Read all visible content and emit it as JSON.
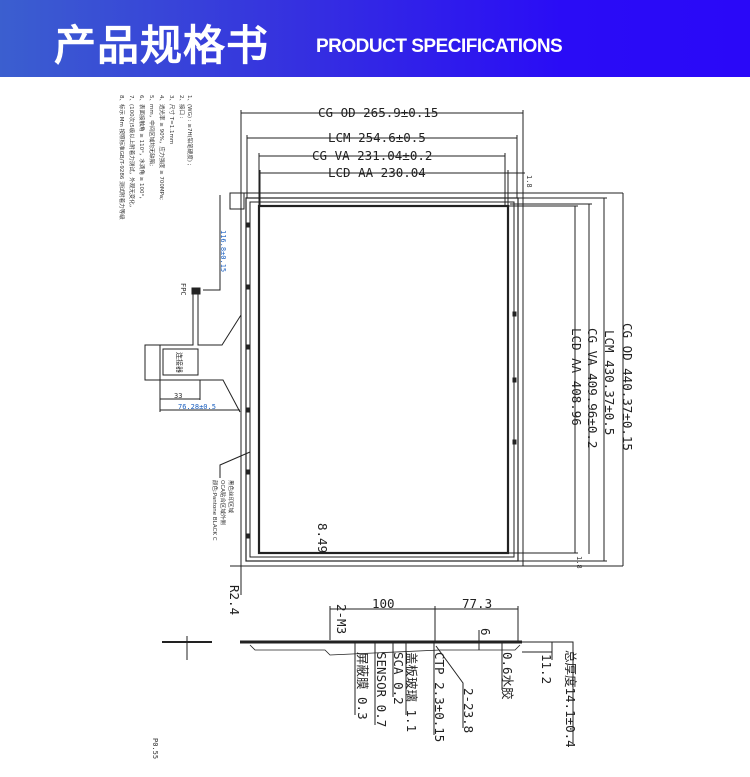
{
  "header": {
    "title_cn": "产品规格书",
    "title_en": "PRODUCT SPECIFICATIONS"
  },
  "notes": [
    "1、(WG) : ≥7H(铅笔硬度) ;",
    "2、接口 :",
    "3、尺寸 T=1.1mm",
    "4、透光率 ≥ 90%，应力强度 ≥ 700MPa;",
    "5、mm，中间区域均无缺陷;",
    "6、表面接触角 ≥ 110°，水滴角 ≥ 100°，",
    "7、(100次)5级以上附着力测试，外观无变化，",
    "8、标示 Mm 按照标准GB/T-9286 测试附着力等级"
  ],
  "drawing": {
    "top_dims": [
      "CG OD 265.9±0.15",
      "LCM 254.6±0.5",
      "CG VA 231.04±0.2",
      "LCD AA 230.04"
    ],
    "right_dims": [
      "CG OD 440.37±0.15",
      "LCM 430.37±0.5",
      "CG VA 409.96±0.2",
      "LCD AA 408.96"
    ],
    "small_top_right": "1.8",
    "small_bottom_right": "1.8",
    "left_dim_vertical": "116.8±0.15",
    "fpc_width": "76.28±0.5",
    "fpc_small": "33",
    "corner_radius": "R2.4",
    "border_dim": "8.49",
    "callout": [
      "黑色丝印区域",
      "OCA贴合区域外侧",
      "颜色:Pantone BLACK C"
    ],
    "fpc_label": "FPC",
    "connector_label": "连接器"
  },
  "side_view": {
    "dim_100": "100",
    "dim_77_3": "77.3",
    "screw": "2-M3",
    "dim_6": "6",
    "labels": [
      "屏蔽膜 0.3",
      "SENSOR 0.7",
      "SCA 0.2",
      "盖板玻璃 1.1",
      "CTP 2.3±0.15",
      "2-23.8",
      "0.6水胶",
      "11.2",
      "总厚度14.1±0.4"
    ],
    "bottom_left": "P0.55"
  }
}
